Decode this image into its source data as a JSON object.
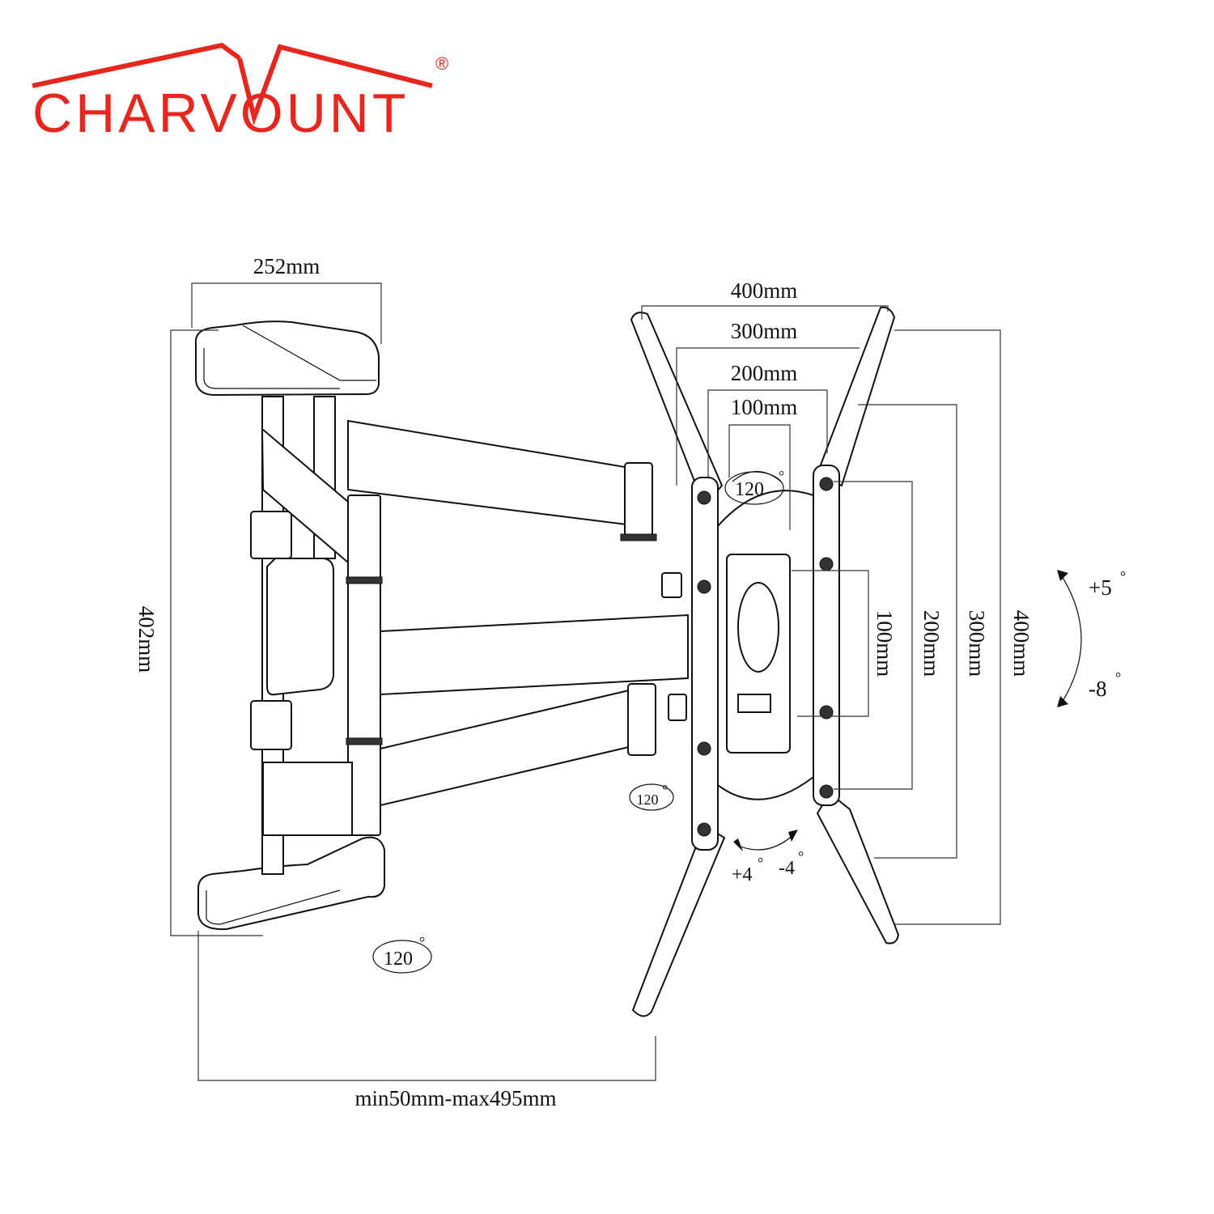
{
  "brand": {
    "name": "CHARVOUNT",
    "registered_mark": "®",
    "color": "#e8261d"
  },
  "dimensions": {
    "wall_plate_width": "252mm",
    "wall_plate_height": "402mm",
    "extension": "min50mm-max495mm",
    "vesa_horizontal": [
      "400mm",
      "300mm",
      "200mm",
      "100mm"
    ],
    "vesa_vertical": [
      "100mm",
      "200mm",
      "300mm",
      "400mm"
    ]
  },
  "angles": {
    "swivel_top": "120",
    "swivel_mid": "120",
    "swivel_bottom": "120",
    "degree_sign": "°",
    "tilt_up": "+5",
    "tilt_down": "-8",
    "rotate_plus": "+4",
    "rotate_minus": "-4"
  }
}
